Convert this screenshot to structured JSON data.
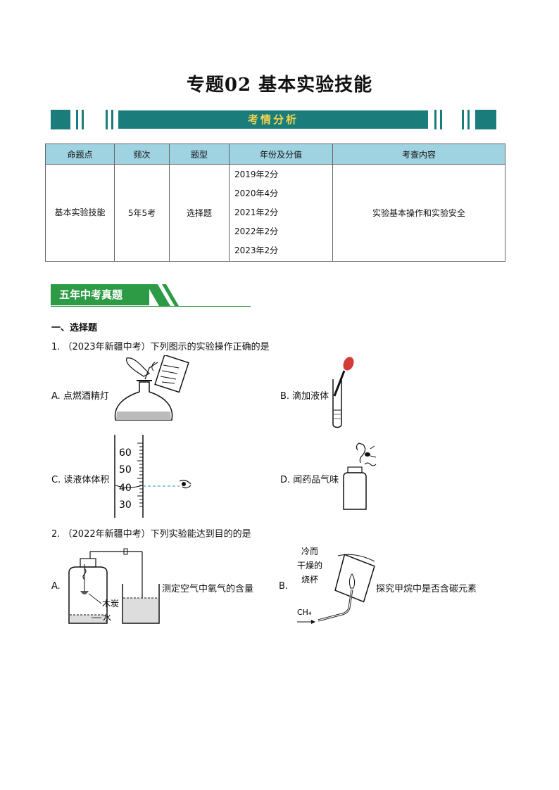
{
  "title": "专题02   基本实验技能",
  "banner": "考情分析",
  "table": {
    "headers": [
      "命题点",
      "频次",
      "题型",
      "年份及分值",
      "考查内容"
    ],
    "row": {
      "topic": "基本实验技能",
      "frequency": "5年5考",
      "type": "选择题",
      "years": [
        "2019年2分",
        "2020年4分",
        "2021年2分",
        "2022年2分",
        "2023年2分"
      ],
      "content": "实验基本操作和实验安全"
    }
  },
  "section": "五年中考真题",
  "part": "一、选择题",
  "questions": [
    {
      "stem": "1. （2023年新疆中考）下列图示的实验操作正确的是",
      "options": [
        "A. 点燃酒精灯",
        "B. 滴加液体",
        "C. 读液体体积",
        "D. 闻药品气味"
      ],
      "scale_labels": [
        "60",
        "50",
        "40",
        "30"
      ]
    },
    {
      "stem": "2. （2022年新疆中考）下列实验能达到目的的是",
      "options": [
        "A.",
        "测定空气中氧气的含量",
        "B.",
        "探究甲烷中是否含碳元素"
      ],
      "labels_a": [
        "木炭",
        "水"
      ],
      "labels_b": [
        "冷而",
        "干燥的",
        "烧杯",
        "CH₄"
      ]
    }
  ]
}
